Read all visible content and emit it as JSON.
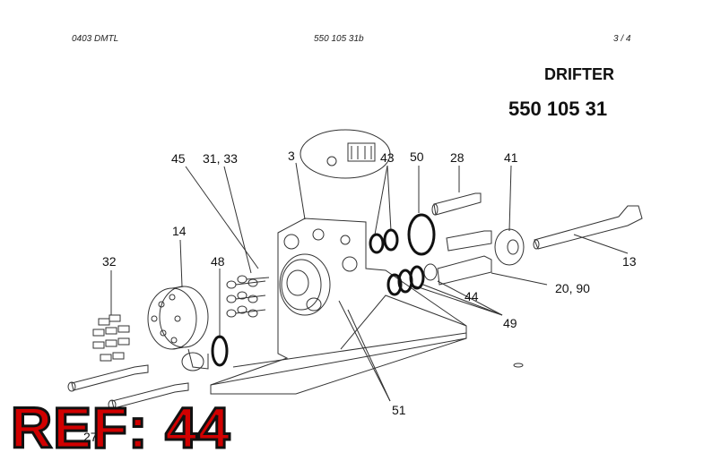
{
  "header": {
    "left": "0403 DMTL",
    "center": "550 105 31b",
    "right": "3 / 4"
  },
  "title": {
    "name": "DRIFTER",
    "number": "550 105 31"
  },
  "callouts": {
    "c45": "45",
    "c31_33": "31, 33",
    "c3": "3",
    "c43": "43",
    "c50": "50",
    "c28": "28",
    "c41": "41",
    "c14": "14",
    "c32": "32",
    "c48": "48",
    "c13": "13",
    "c20_90": "20, 90",
    "c44": "44",
    "c49": "49",
    "c51": "51",
    "c27": "27"
  },
  "ref_label": "REF: 44"
}
